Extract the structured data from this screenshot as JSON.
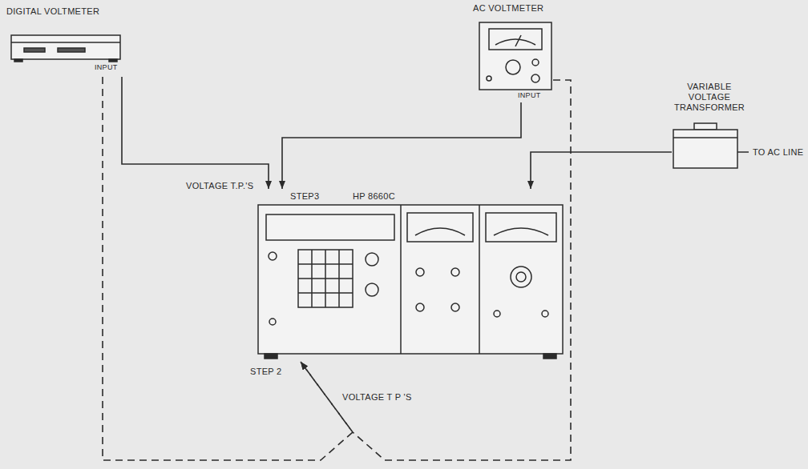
{
  "diagram": {
    "nodes": [
      {
        "text": [
          "DIGITAL VOLTMETER",
          "INPUT"
        ]
      },
      {
        "text": [
          "AC VOLTMETER",
          "INPUT"
        ]
      },
      {
        "text": [
          "VARIABLE VOLTAGE TRANSFORMER"
        ]
      },
      {
        "text": [
          "HP 8660C"
        ]
      }
    ],
    "edges": [
      {
        "from": 0,
        "to": 3,
        "arrow": "to",
        "label": "VOLTAGE T.P.'S"
      },
      {
        "from": 1,
        "to": 3,
        "arrow": "to"
      },
      {
        "from": 2,
        "to": 3,
        "arrow": "to"
      },
      {
        "from": 0,
        "to": 3,
        "arrow": "to"
      },
      {
        "from": 1,
        "to": 3,
        "arrow": "to",
        "label": "VOLTAGE T P 'S"
      }
    ],
    "labels": [
      "STEP3",
      "STEP 2",
      "TO AC LINE"
    ]
  }
}
